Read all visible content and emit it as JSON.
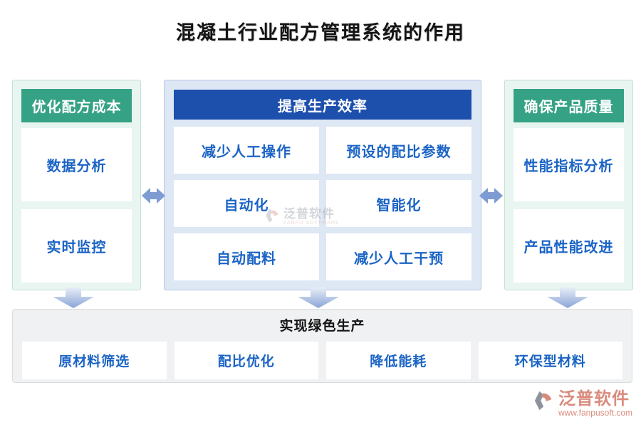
{
  "title": "混凝土行业配方管理系统的作用",
  "panels": {
    "left": {
      "header": "优化配方成本",
      "items": [
        "数据分析",
        "实时监控"
      ]
    },
    "middle": {
      "header": "提高生产效率",
      "items": [
        "减少人工操作",
        "预设的配比参数",
        "自动化",
        "智能化",
        "自动配料",
        "减少人工干预"
      ]
    },
    "right": {
      "header": "确保产品质量",
      "items": [
        "性能指标分析",
        "产品性能改进"
      ]
    }
  },
  "bottom": {
    "title": "实现绿色生产",
    "items": [
      "原材料筛选",
      "配比优化",
      "降低能耗",
      "环保型材料"
    ]
  },
  "watermark": {
    "name": "泛普软件",
    "subtitle": "FANPU SOFTWARE"
  },
  "brand": {
    "name": "泛普软件",
    "url": "www.fanpusoft.com"
  },
  "colors": {
    "green_header": "#36a285",
    "green_panel_bg": "#e9f5f0",
    "blue_header": "#1d4fad",
    "blue_panel_bg": "#dee7f4",
    "card_text": "#1b64c5",
    "arrow": "#7e9cd3",
    "band_bg": "#f0f1f3",
    "brand": "#d98b7d"
  }
}
